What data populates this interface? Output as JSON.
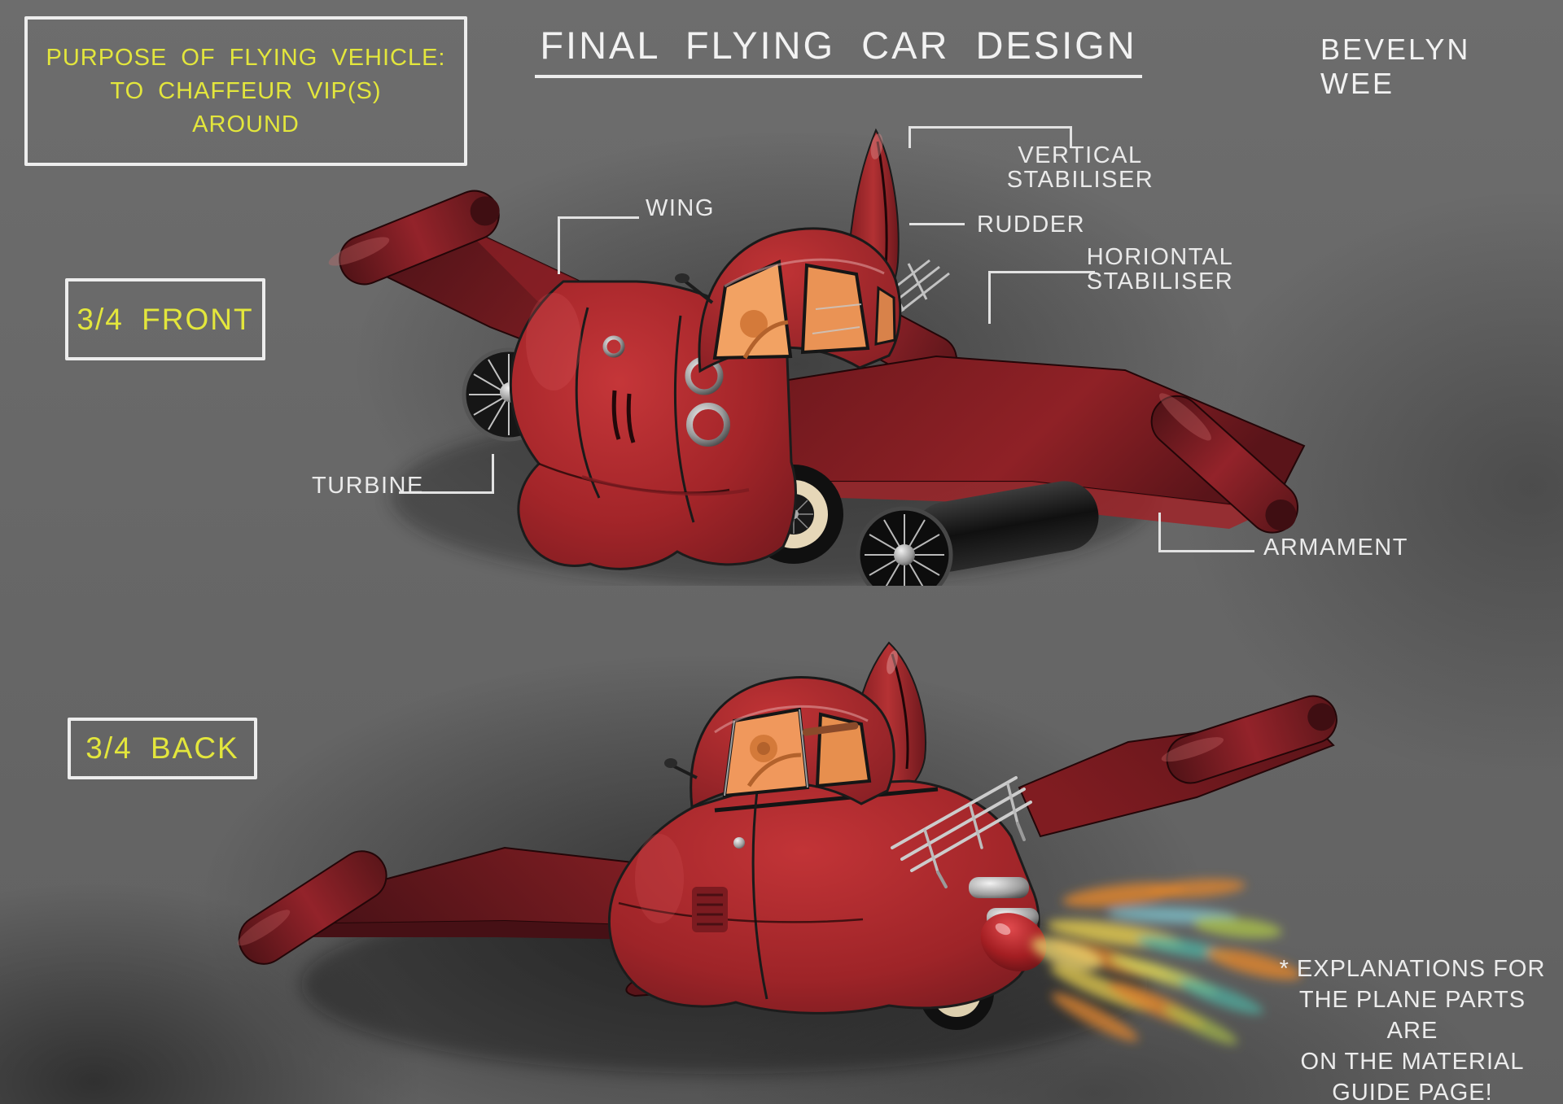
{
  "header": {
    "title": "FINAL FLYING CAR DESIGN",
    "artist": "BEVELYN WEE"
  },
  "purpose_box": {
    "lines": [
      "PURPOSE OF FLYING VEHICLE:",
      "TO CHAFFEUR VIP(S)",
      "AROUND"
    ]
  },
  "view_labels": {
    "front": "3/4 FRONT",
    "back": "3/4 BACK"
  },
  "part_labels": {
    "wing": "WING",
    "vertical_stabiliser": [
      "VERTICAL",
      "STABILISER"
    ],
    "rudder": "RUDDER",
    "horiontal_stabiliser": [
      "HORIONTAL",
      "STABILISER"
    ],
    "turbine": "TURBINE",
    "armament": "ARMAMENT"
  },
  "footnote": {
    "lines": [
      "* EXPLANATIONS FOR",
      "THE PLANE PARTS ARE",
      "ON THE MATERIAL",
      "GUIDE PAGE!"
    ]
  },
  "colors": {
    "accent_yellow": "#e3e63c",
    "label_white": "#ececec",
    "background_gray": "#696969",
    "car_red": "#b72e31",
    "wing_maroon": "#6e1a20",
    "interior_orange": "#f2a263",
    "whitewall_cream": "#e6d7b8",
    "exhaust_orange": "#d9832f",
    "exhaust_teal": "#4fae9f",
    "exhaust_yellow": "#dcc44e",
    "exhaust_green": "#a9bf4a",
    "exhaust_blue": "#7fc3cd"
  }
}
